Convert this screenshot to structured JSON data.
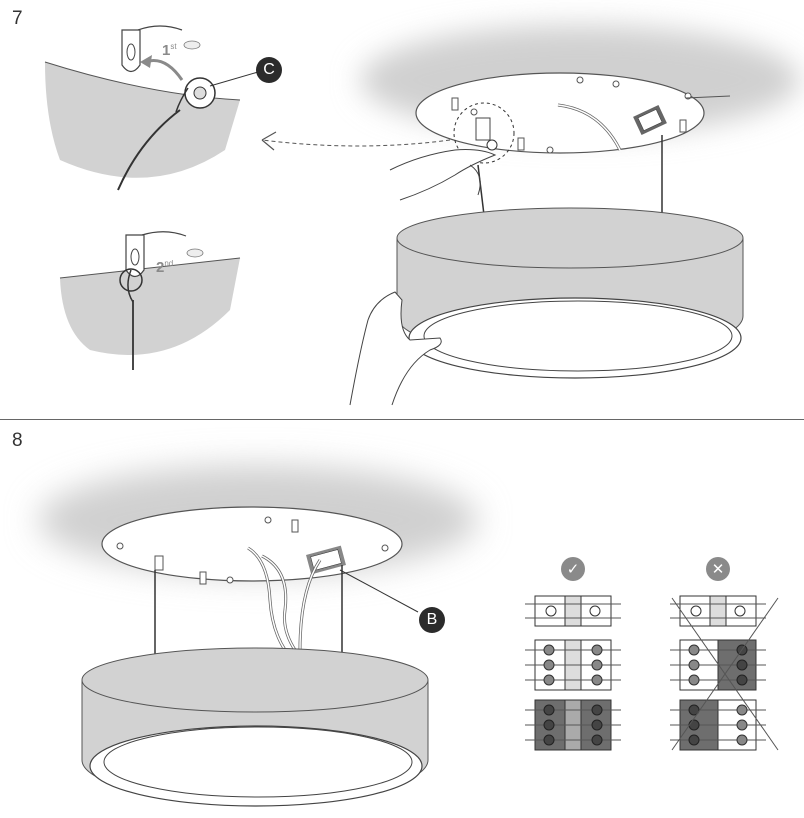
{
  "steps": [
    {
      "number": "7"
    },
    {
      "number": "8"
    }
  ],
  "callouts": {
    "c": "C",
    "b": "B"
  },
  "order": {
    "first": {
      "num": "1",
      "suffix": "st"
    },
    "second": {
      "num": "2",
      "suffix": "nd"
    }
  },
  "status_icons": {
    "correct": {
      "icon": "check-icon",
      "glyph": "✓"
    },
    "wrong": {
      "icon": "cross-icon",
      "glyph": "✕"
    }
  },
  "colors": {
    "shade": "#d2d2d2",
    "dark": "#2b2b2b",
    "gray_badge": "#8a8a8a",
    "terminal_dark": "#6e6e6e"
  }
}
